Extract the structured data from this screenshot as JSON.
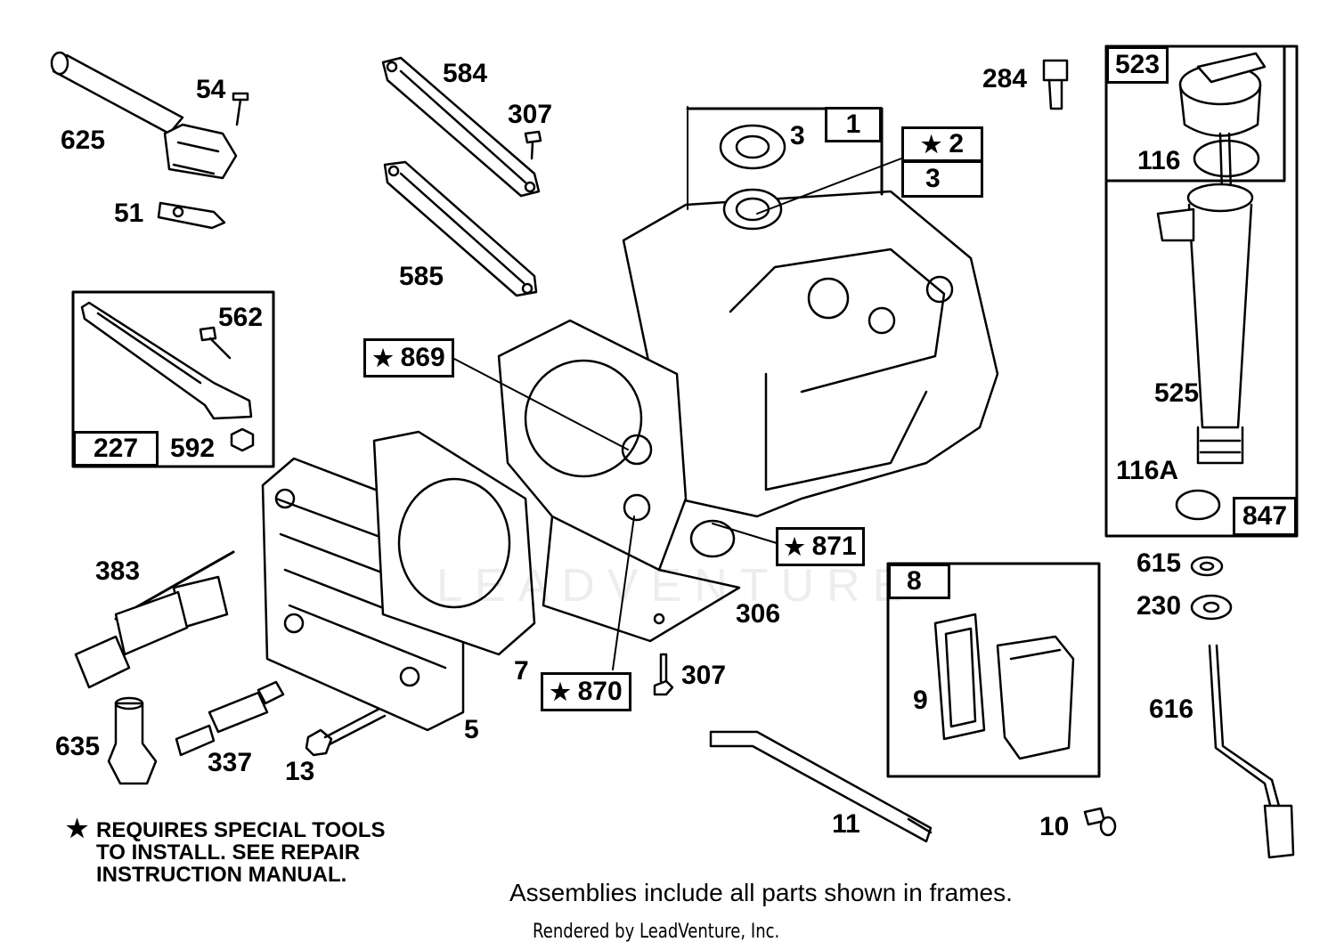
{
  "callouts": {
    "c625": "625",
    "c54": "54",
    "c51": "51",
    "c584": "584",
    "c307a": "307",
    "c585": "585",
    "c3a": "3",
    "c1": "1",
    "c2": "2",
    "c3b": "3",
    "c284": "284",
    "c523": "523",
    "c116": "116",
    "c562": "562",
    "c227": "227",
    "c592": "592",
    "c869": "869",
    "c525": "525",
    "c116A": "116A",
    "c847": "847",
    "c871": "871",
    "c615": "615",
    "c230": "230",
    "c383": "383",
    "c306": "306",
    "c8": "8",
    "c9": "9",
    "c616": "616",
    "c7": "7",
    "c870": "870",
    "c307b": "307",
    "c635": "635",
    "c337": "337",
    "c13": "13",
    "c5": "5",
    "c11": "11",
    "c10": "10"
  },
  "star_symbol": "★",
  "note": {
    "line1": "REQUIRES SPECIAL TOOLS",
    "line2": "TO INSTALL.  SEE REPAIR",
    "line3": "INSTRUCTION MANUAL."
  },
  "footer": {
    "assemblies": "Assemblies include all parts shown in frames.",
    "rendered_by": "Rendered by LeadVenture, Inc."
  },
  "watermark": "LEADVENTURE"
}
